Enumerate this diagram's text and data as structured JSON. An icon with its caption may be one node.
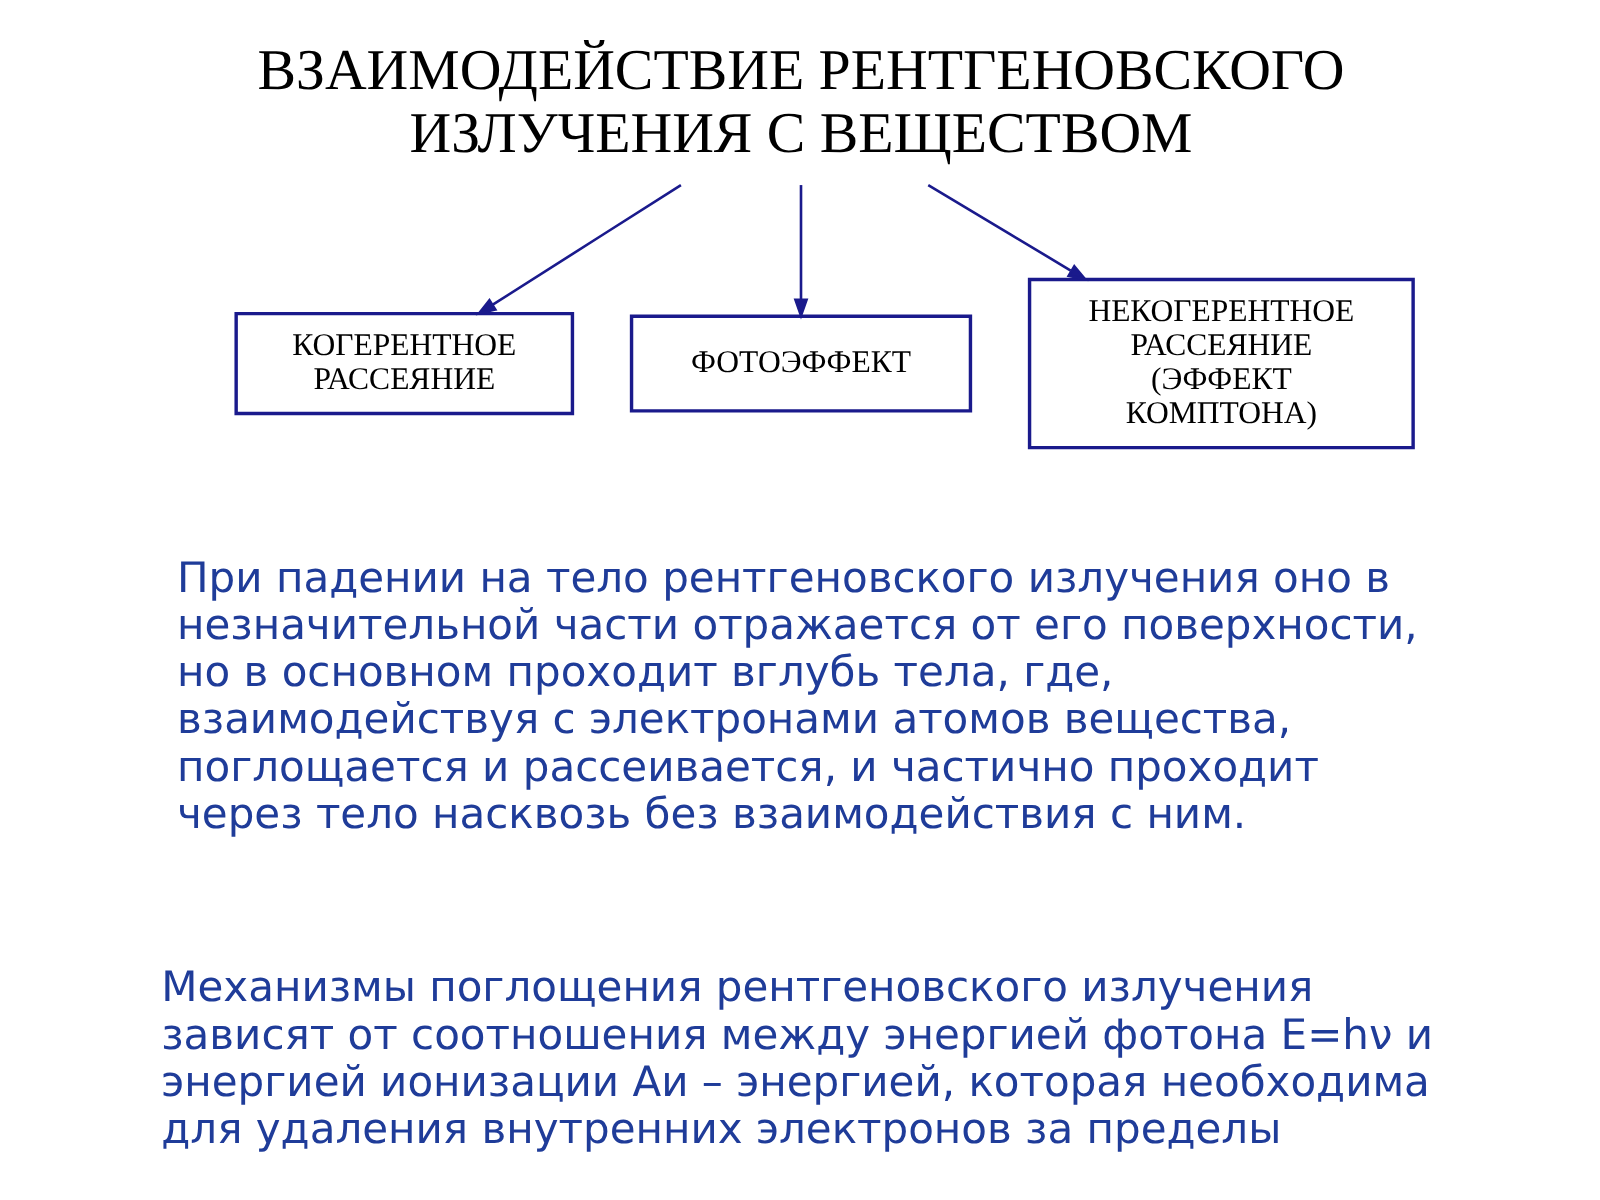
{
  "diagram": {
    "nodes": [
      {
        "text": [
          "ВЗАИМОДЕЙСТВИЕ РЕНТГЕНОВСКОГО ИЗЛУЧЕНИЯ С ВЕЩЕСТВОМ"
        ]
      },
      {
        "text": [
          "КОГЕРЕНТНОЕ РАССЕЯНИЕ"
        ]
      },
      {
        "text": [
          "ФОТОЭФФЕКТ"
        ]
      },
      {
        "text": [
          "НЕКОГЕРЕНТНОЕ РАССЕЯНИЕ",
          "(ЭФФЕКТ КОМПТОНА)"
        ]
      }
    ],
    "edges": [
      {
        "from": 0,
        "to": 1,
        "arrow": "to"
      },
      {
        "from": 0,
        "to": 2,
        "arrow": "to"
      },
      {
        "from": 0,
        "to": 3,
        "arrow": "to"
      }
    ],
    "labels": [
      "При падении на тело рентгеновского излучения оно в незначительной части отражается от его поверхности, но в основном проходит вглубь тела, где, взаимодействуя с электронами атомов вещества, поглощается и рассеивается, и частично проходит через тело насквозь без взаимодействия с ним.",
      "Механизмы поглощения рентгеновского излучения зависят от соотношения между энергией фотона E=hν и энергией ионизации Aи – энергией, которая необходима для удаления внутренних электронов за пределы"
    ]
  }
}
